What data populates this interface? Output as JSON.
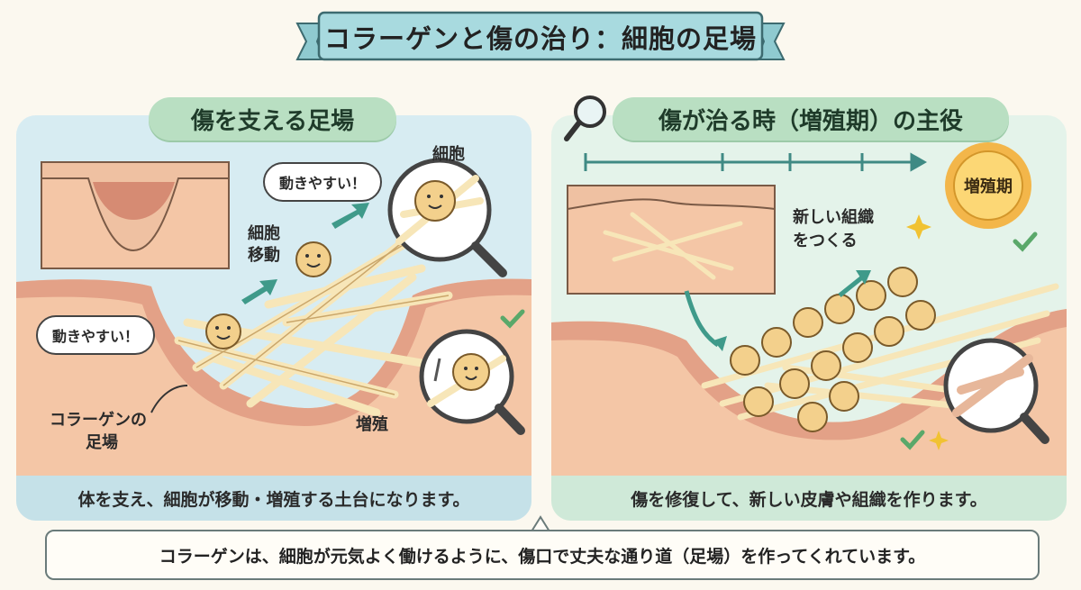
{
  "title": "コラーゲンと傷の治り：細胞の足場",
  "left_panel": {
    "heading": "傷を支える足場",
    "label_cell": "細胞",
    "label_cell_move_1": "細胞",
    "label_cell_move_2": "移動",
    "bubble_top": "動きやすい！",
    "bubble_bottom": "動きやすい！",
    "label_collagen_1": "コラーゲンの",
    "label_collagen_2": "足場",
    "label_proliferation": "増殖",
    "caption": "体を支え、細胞が移動・増殖する土台になります。"
  },
  "right_panel": {
    "heading": "傷が治る時（増殖期）の主役",
    "badge": "増殖期",
    "label_new_tissue_1": "新しい組織",
    "label_new_tissue_2": "をつくる",
    "caption": "傷を修復して、新しい皮膚や組織を作ります。"
  },
  "bottom_note": "コラーゲンは、細胞が元気よく働けるように、傷口で丈夫な通り道（足場）を作ってくれています。",
  "colors": {
    "skin": "#f4c6a6",
    "skin_dark": "#e3a187",
    "collagen": "#f7e6b8",
    "cell": "#f3d08c",
    "left_bg": "#d7ecf2",
    "right_bg": "#e4f3ea",
    "pill": "#b9dfc2"
  },
  "icons": [
    "magnifier-icon",
    "sun-badge-icon",
    "check-icon",
    "sparkle-icon",
    "arrow-icon",
    "shovel-icon"
  ]
}
